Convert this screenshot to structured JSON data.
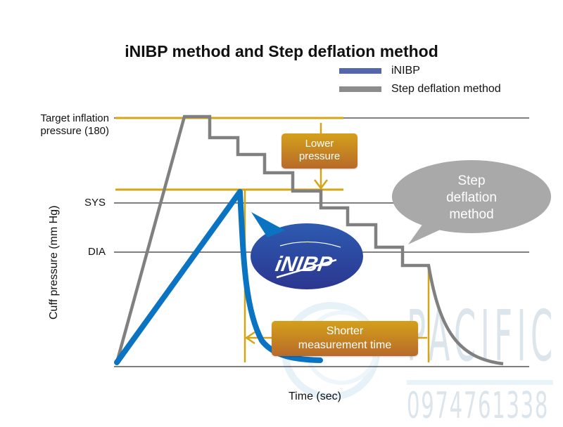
{
  "title": "iNIBP method and Step deflation method",
  "legend": [
    {
      "label": "iNIBP",
      "color": "#5566b0"
    },
    {
      "label": "Step deflation method",
      "color": "#8c8c8c"
    }
  ],
  "axes": {
    "ylabel": "Cuff pressure (mm Hg)",
    "xlabel": "Time (sec)",
    "y_ticks": [
      {
        "label": "Target inflation pressure (180)",
        "line1": "Target inflation",
        "line2": "pressure (180)"
      },
      {
        "label": "SYS"
      },
      {
        "label": "DIA"
      }
    ]
  },
  "annotations": {
    "lower_pressure": {
      "line1": "Lower",
      "line2": "pressure"
    },
    "shorter_time": {
      "line1": "Shorter",
      "line2": "measurement time"
    },
    "step_bubble": {
      "line1": "Step",
      "line2": "deflation",
      "line3": "method"
    },
    "inibp_logo": "iNIBP"
  },
  "colors": {
    "inibp_line": "#0a74c2",
    "step_line": "#808080",
    "guide": "#d4a514",
    "bubble_grey": "#a9a9a9",
    "logo_blue": "#2f3f9a",
    "grid": "#555555"
  },
  "watermark": {
    "brand": "PACIFIC",
    "phone": "0974761338"
  },
  "chart_data": {
    "type": "line",
    "title": "iNIBP method and Step deflation method",
    "xlabel": "Time (sec)",
    "ylabel": "Cuff pressure (mm Hg)",
    "y_reference_lines": [
      "Target inflation pressure (180)",
      "SYS",
      "DIA"
    ],
    "series": [
      {
        "name": "iNIBP",
        "description": "Inflates linearly to just above SYS, then deflates rapidly to baseline"
      },
      {
        "name": "Step deflation method",
        "description": "Inflates to target 180, holds, then deflates in steps below DIA, then exponential decay to baseline"
      }
    ],
    "legend_position": "top-right",
    "grid": false
  }
}
